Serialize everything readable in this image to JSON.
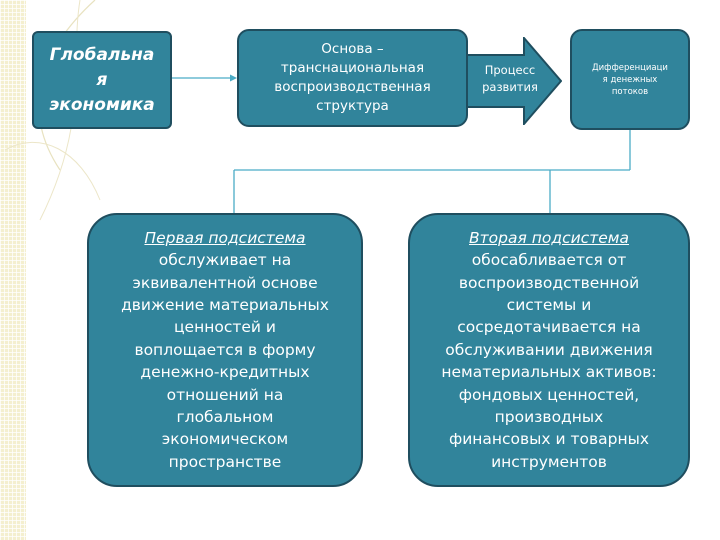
{
  "diagram": {
    "global_economy": {
      "line1": "Глобальна",
      "line2": "я",
      "line3": "экономика"
    },
    "basis": {
      "line1": "Основа –",
      "line2": "транснациональная",
      "line3": "воспроизводственная",
      "line4": "структура"
    },
    "process": {
      "line1": "Процесс",
      "line2": "развития"
    },
    "differentiation": {
      "line1": "Дифференциаци",
      "line2": "я денежных",
      "line3": "потоков"
    },
    "first_subsystem": {
      "title": "Первая подсистема",
      "lines": [
        "обслуживает на",
        "эквивалентной основе",
        "движение материальных",
        "ценностей и",
        "воплощается в форму",
        "денежно-кредитных",
        "отношений на",
        "глобальном",
        "экономическом",
        "пространстве"
      ]
    },
    "second_subsystem": {
      "title": "Вторая подсистема",
      "lines": [
        "обосабливается от",
        "воспроизводственной",
        "системы и",
        "сосредотачивается на",
        "обслуживании движения",
        "нематериальных активов:",
        "фондовых ценностей,",
        "производных",
        "финансовых и товарных",
        "инструментов"
      ]
    },
    "colors": {
      "box_fill": "#31849b",
      "box_border": "#1f4e5f",
      "connector": "#4bacc6",
      "text": "#ffffff"
    }
  }
}
